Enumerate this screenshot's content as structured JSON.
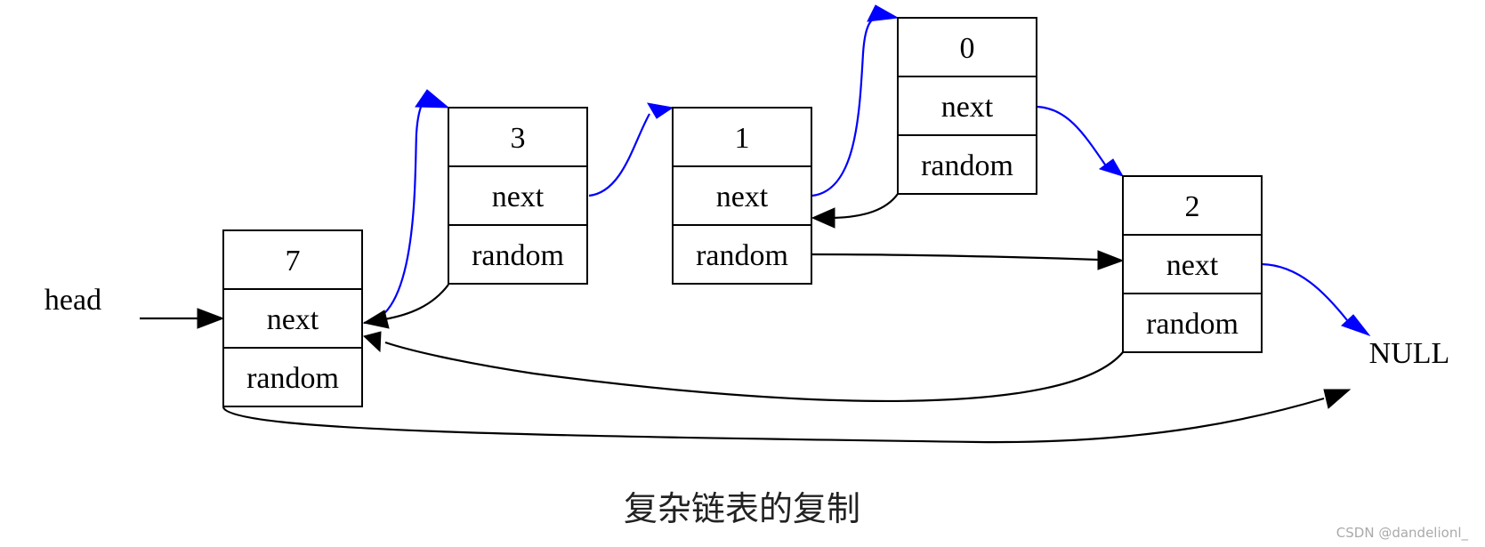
{
  "diagram": {
    "head_label": "head",
    "null_label": "NULL",
    "caption": "复杂链表的复制",
    "watermark": "CSDN @dandelionl_",
    "colors": {
      "next_edge": "#0000ff",
      "random_edge": "#000000"
    },
    "nodes": [
      {
        "id": "n7",
        "val": "7",
        "next_label": "next",
        "random_label": "random"
      },
      {
        "id": "n3",
        "val": "3",
        "next_label": "next",
        "random_label": "random"
      },
      {
        "id": "n1",
        "val": "1",
        "next_label": "next",
        "random_label": "random"
      },
      {
        "id": "n0",
        "val": "0",
        "next_label": "next",
        "random_label": "random"
      },
      {
        "id": "n2",
        "val": "2",
        "next_label": "next",
        "random_label": "random"
      }
    ],
    "edges": [
      {
        "from": "head",
        "to": "n7",
        "kind": "pointer"
      },
      {
        "from": "n7",
        "to": "n3",
        "kind": "next"
      },
      {
        "from": "n3",
        "to": "n1",
        "kind": "next"
      },
      {
        "from": "n1",
        "to": "n0",
        "kind": "next"
      },
      {
        "from": "n0",
        "to": "n2",
        "kind": "next"
      },
      {
        "from": "n2",
        "to": "NULL",
        "kind": "next"
      },
      {
        "from": "n7",
        "to": "NULL",
        "kind": "random"
      },
      {
        "from": "n3",
        "to": "n7",
        "kind": "random"
      },
      {
        "from": "n1",
        "to": "n2",
        "kind": "random"
      },
      {
        "from": "n0",
        "to": "n1",
        "kind": "random"
      },
      {
        "from": "n2",
        "to": "n7",
        "kind": "random"
      }
    ]
  }
}
